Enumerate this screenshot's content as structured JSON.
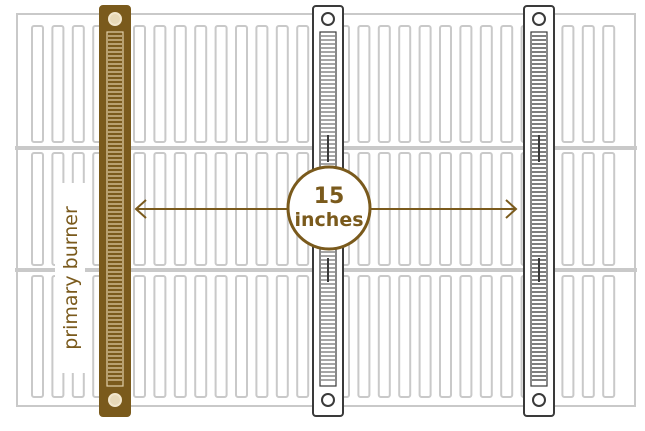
{
  "primary_burner_label": "primary burner",
  "distance": {
    "value": "15",
    "unit": "inches"
  },
  "colors": {
    "grate_stroke": "#c9c9c9",
    "accent": "#7a5a1c",
    "burner_dark": "#3a3a3a",
    "background": "#ffffff"
  },
  "burners": [
    {
      "id": "primary",
      "style": "highlighted"
    },
    {
      "id": "secondary",
      "style": "outline"
    },
    {
      "id": "tertiary",
      "style": "dark"
    }
  ]
}
